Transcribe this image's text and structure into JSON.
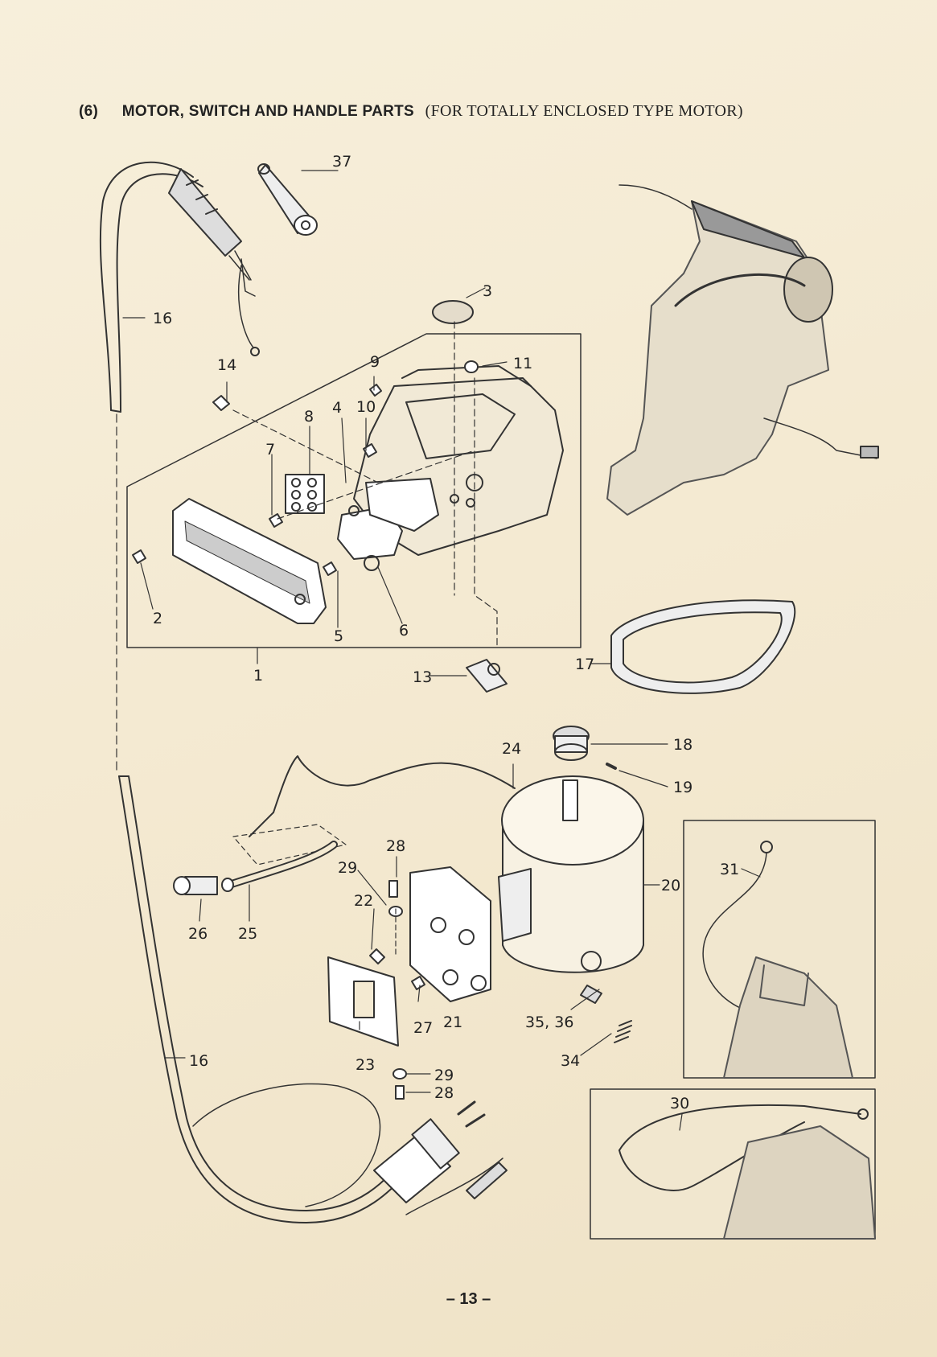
{
  "section": {
    "number": "(6)",
    "heading": "MOTOR, SWITCH AND HANDLE PARTS",
    "subheading": "(FOR TOTALLY ENCLOSED TYPE MOTOR)"
  },
  "callouts": {
    "c1": "1",
    "c2": "2",
    "c3": "3",
    "c4": "4",
    "c5": "5",
    "c6": "6",
    "c7": "7",
    "c8": "8",
    "c9": "9",
    "c10": "10",
    "c11": "11",
    "c13": "13",
    "c14": "14",
    "c16a": "16",
    "c16b": "16",
    "c17": "17",
    "c18": "18",
    "c19": "19",
    "c20": "20",
    "c21": "21",
    "c22": "22",
    "c23": "23",
    "c24": "24",
    "c25": "25",
    "c26": "26",
    "c27": "27",
    "c28a": "28",
    "c28b": "28",
    "c29a": "29",
    "c29b": "29",
    "c30": "30",
    "c31": "31",
    "c34": "34",
    "c3536": "35, 36",
    "c37": "37"
  },
  "page_number": "– 13 –"
}
